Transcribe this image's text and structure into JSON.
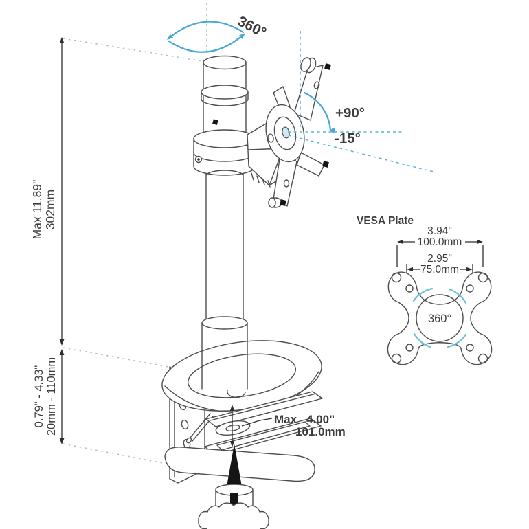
{
  "page": {
    "title": "Desk-mount monitor arm technical diagram"
  },
  "colors": {
    "line_art": "#4d4d4d",
    "dimension": "#2e2e2e",
    "accent_blue": "#47a7d6",
    "teal_dash": "#a9c7c7",
    "bolt_black": "#151515"
  },
  "annotations": {
    "pole_rotation": "360°",
    "tilt_up": "+90°",
    "tilt_down": "-15°",
    "height": {
      "line1": "Max 11.89\"",
      "line2": "302mm"
    },
    "desk_thickness": {
      "line1": "0.79\" - 4.33\"",
      "line2": "20mm - 110mm"
    },
    "clamp_depth": {
      "label": "Max",
      "inches": "4.00\"",
      "mm": "101.0mm"
    }
  },
  "vesa_detail": {
    "title": "VESA Plate",
    "outer": {
      "inches": "3.94\"",
      "mm": "100.0mm"
    },
    "inner": {
      "inches": "2.95\"",
      "mm": "75.0mm"
    },
    "rotation": "360°"
  }
}
